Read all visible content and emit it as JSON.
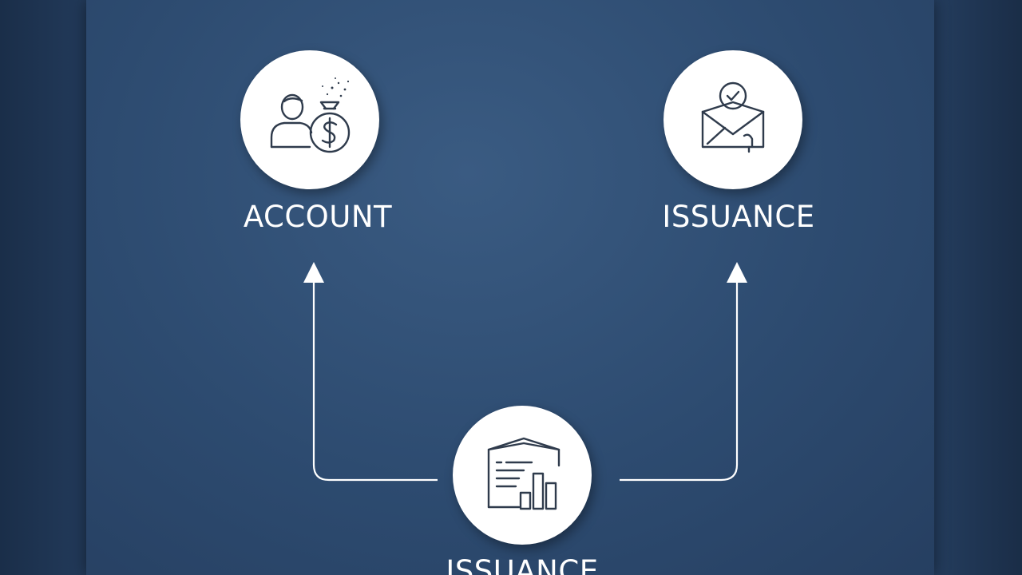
{
  "diagram": {
    "nodes": [
      {
        "id": "account",
        "label": "ACCOUNT",
        "icon": "person-money-bag-icon"
      },
      {
        "id": "issuance-top",
        "label": "ISSUANCE",
        "icon": "envelope-check-icon"
      },
      {
        "id": "issuance-bottom",
        "label": "ISSUANCE",
        "icon": "warehouse-chart-icon"
      }
    ],
    "edges": [
      {
        "from": "issuance-bottom",
        "to": "account"
      },
      {
        "from": "issuance-bottom",
        "to": "issuance-top"
      }
    ],
    "colors": {
      "background": "#2d4b70",
      "node_fill": "#ffffff",
      "icon_stroke": "#2f3b4c",
      "connector": "#ffffff",
      "text": "#ffffff"
    }
  }
}
